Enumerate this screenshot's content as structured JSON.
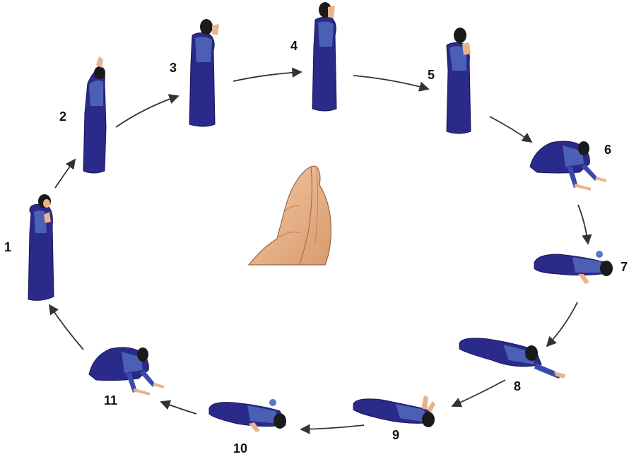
{
  "steps": [
    {
      "number": "1",
      "pose": "standing-hands-joined"
    },
    {
      "number": "2",
      "pose": "standing-hands-raised"
    },
    {
      "number": "3",
      "pose": "standing-hands-at-forehead"
    },
    {
      "number": "4",
      "pose": "standing-hands-at-forehead"
    },
    {
      "number": "5",
      "pose": "standing-hands-at-chest"
    },
    {
      "number": "6",
      "pose": "kneeling-bow"
    },
    {
      "number": "7",
      "pose": "full-prostration"
    },
    {
      "number": "8",
      "pose": "full-prostration-hands-extended"
    },
    {
      "number": "9",
      "pose": "full-prostration-hands-raised"
    },
    {
      "number": "10",
      "pose": "full-prostration"
    },
    {
      "number": "11",
      "pose": "kneeling-rising"
    }
  ],
  "center_image": "joined-hands-illustration",
  "colors": {
    "robe": "#2a2a8a",
    "robe_shadow": "#17175a",
    "robe_highlight": "#5a78c8",
    "hair": "#1a1a1a",
    "skin": "#e8b48a",
    "arrow": "#333333",
    "label": "#111111"
  }
}
